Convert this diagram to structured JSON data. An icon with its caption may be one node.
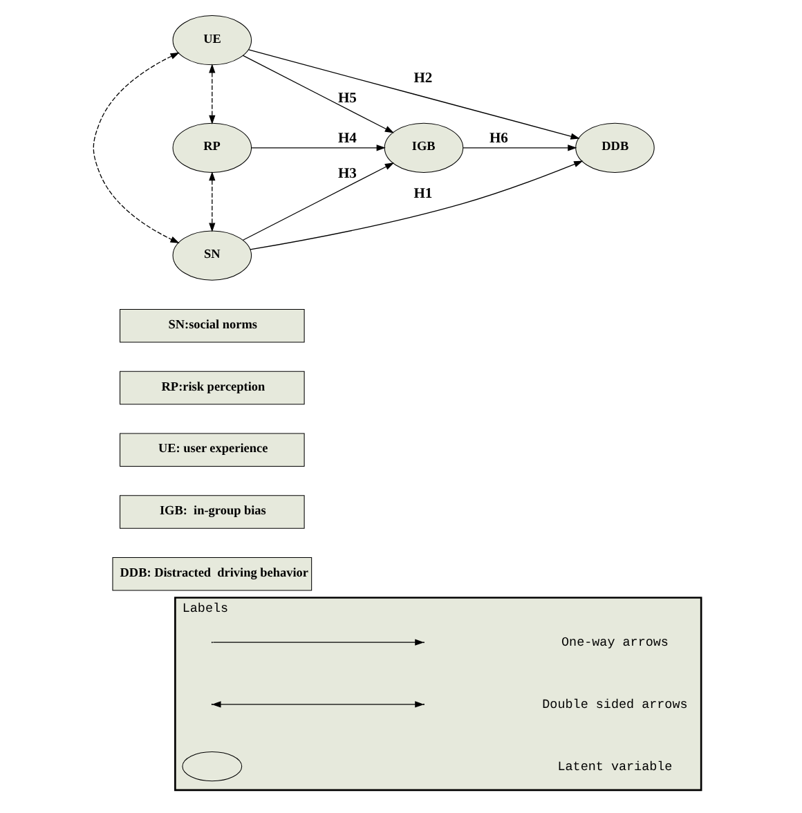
{
  "diagram": {
    "nodes": [
      {
        "text": [
          "SN"
        ]
      },
      {
        "text": [
          "RP"
        ]
      },
      {
        "text": [
          "UE"
        ]
      },
      {
        "text": [
          "IGB"
        ]
      },
      {
        "text": [
          "DDB"
        ]
      },
      {
        "text": [
          "SN:social norms"
        ]
      },
      {
        "text": [
          "RP:risk perception"
        ]
      },
      {
        "text": [
          "UE: user experience"
        ]
      },
      {
        "text": [
          "IGB:  in-group bias"
        ]
      },
      {
        "text": [
          "DDB: Distracted  driving behavior"
        ]
      },
      {
        "text": [
          "Labels"
        ]
      },
      {
        "text": [],
        "shape": "ellipse",
        "in": 10
      }
    ],
    "edges": [
      {
        "from": 0,
        "to": 4,
        "arrow": "to",
        "label": "H1"
      },
      {
        "from": 2,
        "to": 4,
        "arrow": "to",
        "label": "H2"
      },
      {
        "from": 0,
        "to": 3,
        "arrow": "to",
        "label": "H3"
      },
      {
        "from": 1,
        "to": 3,
        "arrow": "to",
        "label": "H4"
      },
      {
        "from": 2,
        "to": 3,
        "arrow": "to",
        "label": "H5"
      },
      {
        "from": 3,
        "to": 4,
        "arrow": "to",
        "label": "H6"
      },
      {
        "from": 0,
        "to": 1,
        "arrow": "both",
        "style": "dashed"
      },
      {
        "from": 1,
        "to": 2,
        "arrow": "both",
        "style": "dashed"
      },
      {
        "from": 0,
        "to": 2,
        "arrow": "both",
        "style": "dashed"
      }
    ],
    "legend": [
      {
        "text": "One-way arrows"
      },
      {
        "text": "Double sided arrows"
      },
      {
        "text": "Latent variable"
      }
    ]
  }
}
